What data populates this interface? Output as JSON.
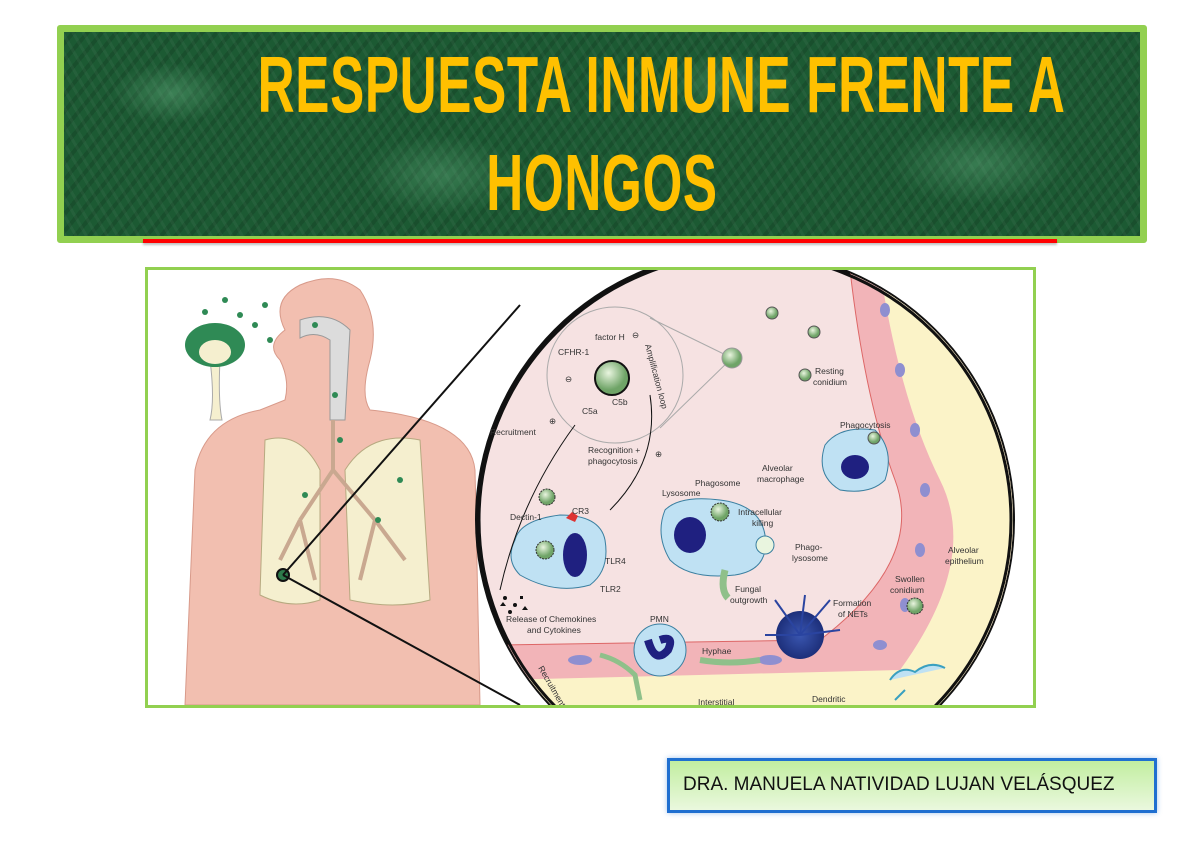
{
  "title": {
    "line1": "RESPUESTA INMUNE  FRENTE A",
    "line2": "HONGOS"
  },
  "author": "DRA. MANUELA NATIVIDAD LUJAN VELÁSQUEZ",
  "colors": {
    "title_text": "#ffc000",
    "title_border": "#92d050",
    "title_bg": "#1c5a33",
    "underline": "#ff0000",
    "author_border": "#1f6fd0"
  },
  "diagram": {
    "labels": {
      "factor_h": "factor H",
      "cfhr1": "CFHR-1",
      "c5b": "C5b",
      "c5a": "C5a",
      "amplification": "Amplification loop",
      "recruitment_top": "Recruitment",
      "recognition_1": "Recognition +",
      "recognition_2": "phagocytosis",
      "phagosome": "Phagosome",
      "alveolar_macrophage_1": "Alveolar",
      "alveolar_macrophage_2": "macrophage",
      "lysosome": "Lysosome",
      "dectin1": "Dectin-1",
      "cr3": "CR3",
      "tlr4": "TLR4",
      "tlr2": "TLR2",
      "intracellular_1": "Intracellular",
      "intracellular_2": "killing",
      "phagolysosome_1": "Phago-",
      "phagolysosome_2": "lysosome",
      "fungal_1": "Fungal",
      "fungal_2": "outgrowth",
      "release_1": "Release of Chemokines",
      "release_2": "and Cytokines",
      "pmn": "PMN",
      "hyphae": "Hyphae",
      "nets_1": "Formation",
      "nets_2": "of NETs",
      "resting_1": "Resting",
      "resting_2": "conidium",
      "phagocytosis": "Phagocytosis",
      "epithelium_1": "Alveolar",
      "epithelium_2": "epithelium",
      "swollen_1": "Swollen",
      "swollen_2": "conidium",
      "dendritic": "Dendritic",
      "interstitial": "Interstitial",
      "recruitment_bottom": "Recruitment",
      "plus": "⊕",
      "minus": "⊖"
    }
  }
}
